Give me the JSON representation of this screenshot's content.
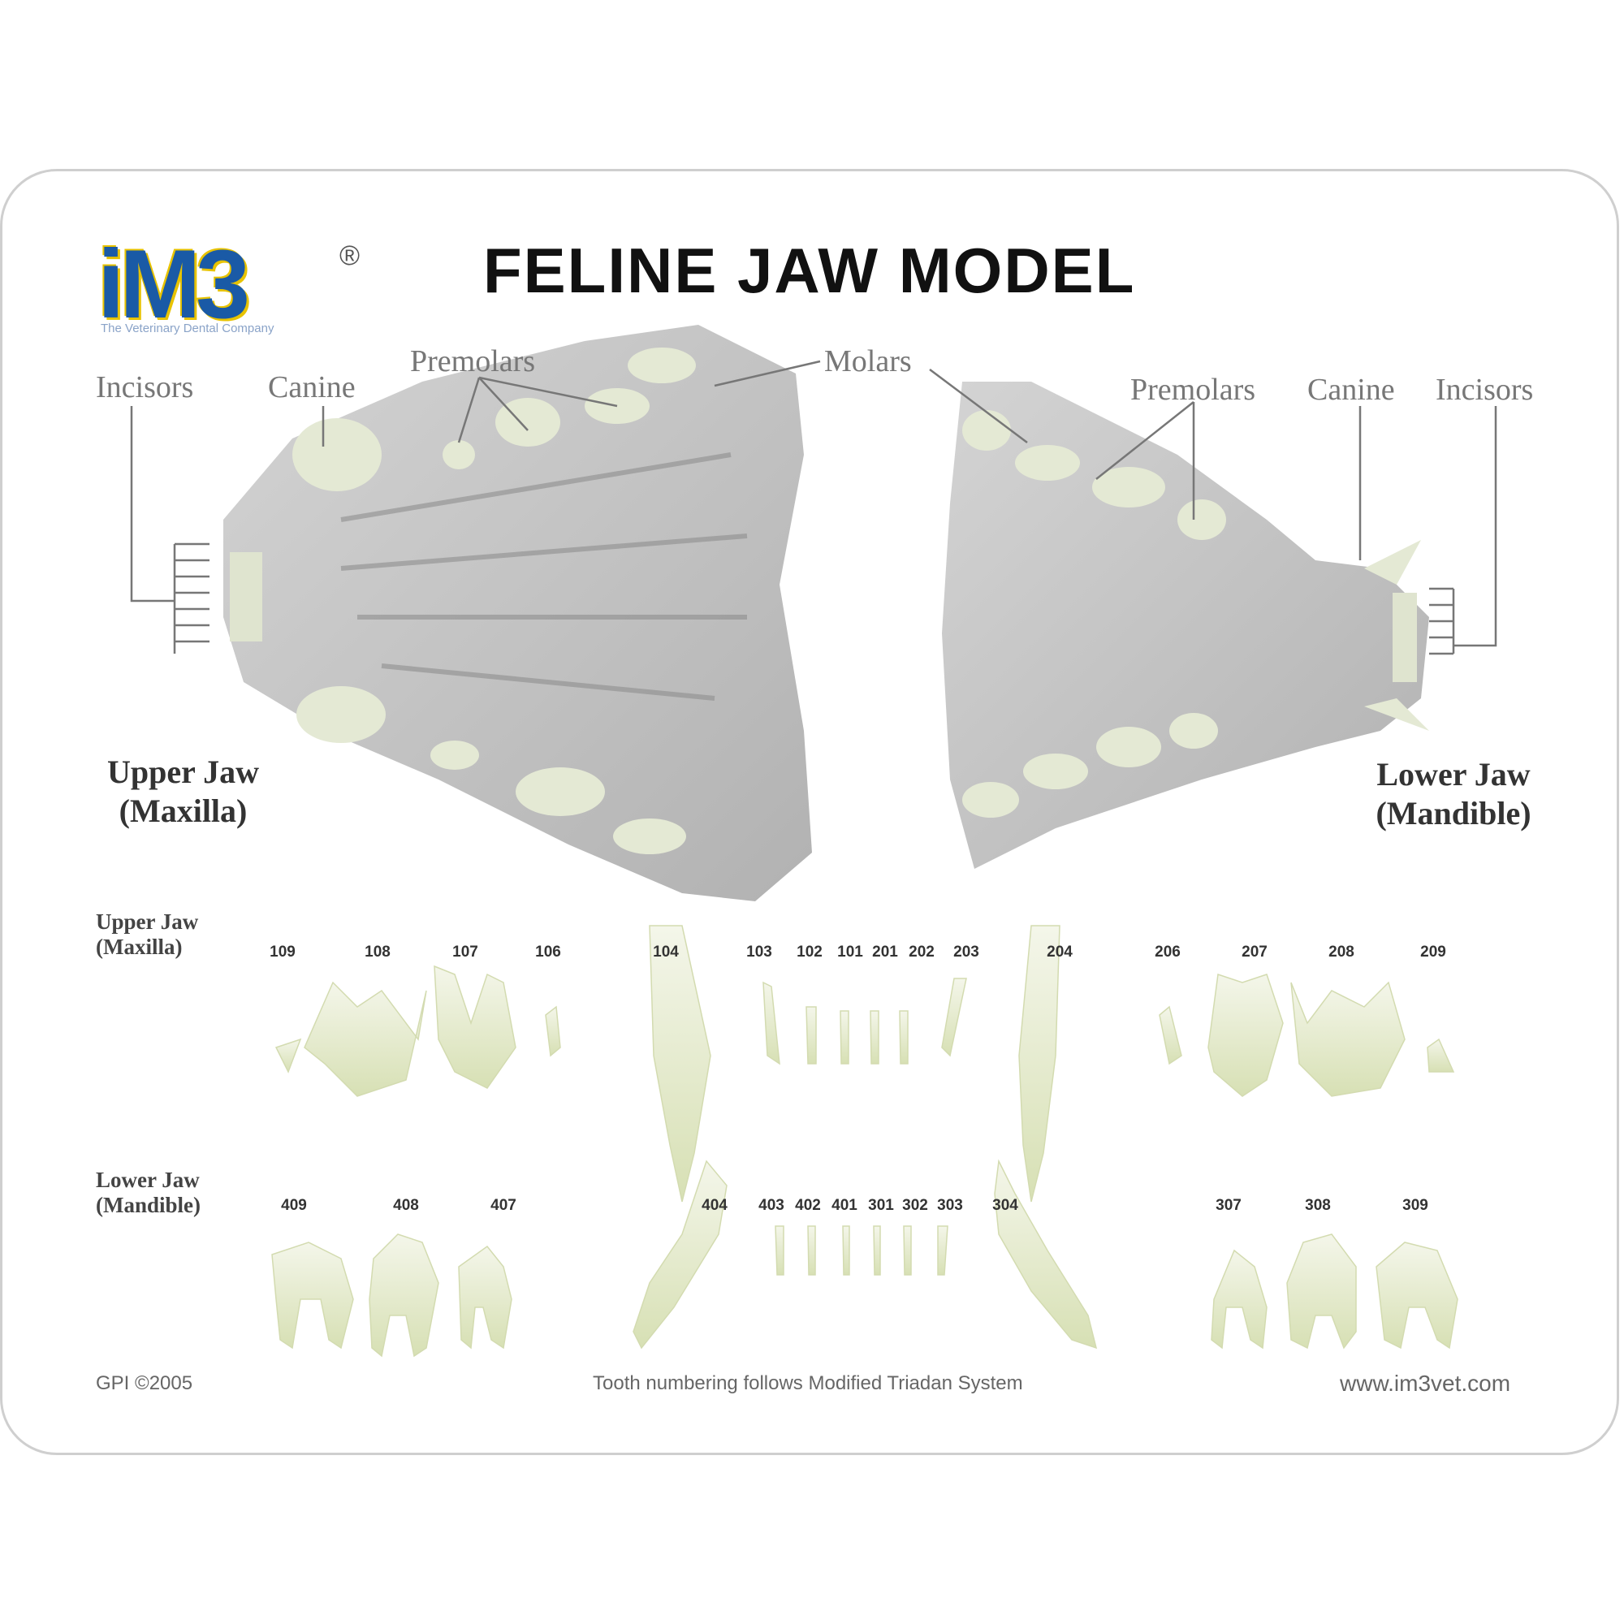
{
  "brand": {
    "logo_text": "iM3",
    "registered": "®",
    "tagline": "The Veterinary Dental Company"
  },
  "title": "FELINE JAW MODEL",
  "upper_jaw_diagram": {
    "heading_line1": "Upper Jaw",
    "heading_line2": "(Maxilla)",
    "labels": {
      "incisors": "Incisors",
      "canine": "Canine",
      "premolars": "Premolars",
      "molars": "Molars"
    }
  },
  "lower_jaw_diagram": {
    "heading_line1": "Lower Jaw",
    "heading_line2": "(Mandible)",
    "labels": {
      "premolars": "Premolars",
      "canine": "Canine",
      "incisors": "Incisors"
    }
  },
  "tooth_rows": {
    "upper": {
      "heading_line1": "Upper Jaw",
      "heading_line2": "(Maxilla)",
      "numbers": [
        "109",
        "108",
        "107",
        "106",
        "104",
        "103",
        "102",
        "101",
        "201",
        "202",
        "203",
        "204",
        "206",
        "207",
        "208",
        "209"
      ]
    },
    "lower": {
      "heading_line1": "Lower Jaw",
      "heading_line2": "(Mandible)",
      "numbers": [
        "409",
        "408",
        "407",
        "404",
        "403",
        "402",
        "401",
        "301",
        "302",
        "303",
        "304",
        "307",
        "308",
        "309"
      ]
    }
  },
  "footer": {
    "copyright": "GPI ©2005",
    "note": "Tooth numbering follows Modified Triadan System",
    "website": "www.im3vet.com"
  },
  "colors": {
    "logo_blue": "#1a5aa6",
    "logo_yellow": "#e8c300",
    "tooth": "#e6ecd0",
    "jaw_gray": "#bdbdbd"
  }
}
